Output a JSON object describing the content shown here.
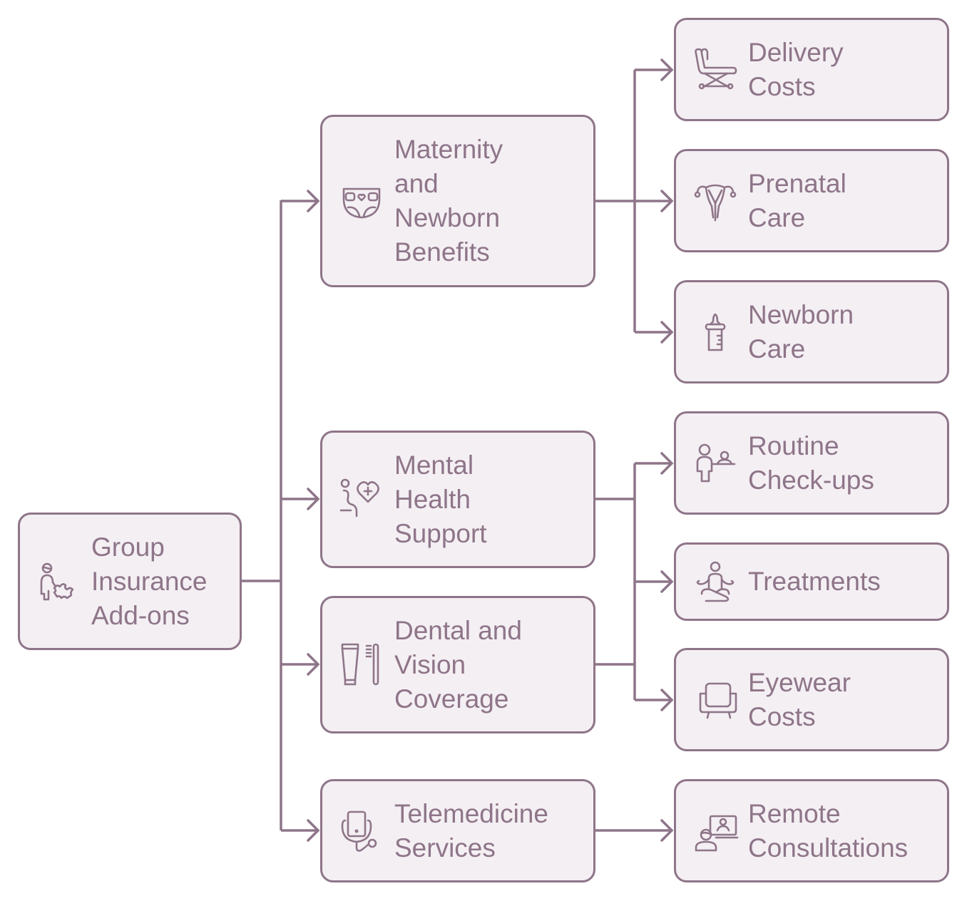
{
  "diagram": {
    "type": "tree",
    "colors": {
      "stroke": "#8e7589",
      "fill": "#f4eff3",
      "text": "#8e7589",
      "background": "#ffffff"
    },
    "root": {
      "label": "Group\nInsurance\nAdd-ons",
      "icon": "person-puzzle-icon"
    },
    "categories": [
      {
        "label": "Maternity\nand\nNewborn\nBenefits",
        "icon": "diaper-icon"
      },
      {
        "label": "Mental\nHealth\nSupport",
        "icon": "patient-heart-icon"
      },
      {
        "label": "Dental and\nVision\nCoverage",
        "icon": "toothpaste-toothbrush-icon"
      },
      {
        "label": "Telemedicine\nServices",
        "icon": "phone-stethoscope-icon"
      }
    ],
    "leaves": [
      {
        "label": "Delivery\nCosts",
        "icon": "delivery-bed-icon",
        "parent": "Maternity and Newborn Benefits"
      },
      {
        "label": "Prenatal\nCare",
        "icon": "uterus-icon",
        "parent": "Maternity and Newborn Benefits"
      },
      {
        "label": "Newborn\nCare",
        "icon": "baby-bottle-icon",
        "parent": "Maternity and Newborn Benefits"
      },
      {
        "label": "Routine\nCheck-ups",
        "icon": "doctor-patient-icon",
        "parent": "Mental Health Support / Dental and Vision Coverage"
      },
      {
        "label": "Treatments",
        "icon": "meditation-icon",
        "parent": "Mental Health Support / Dental and Vision Coverage"
      },
      {
        "label": "Eyewear\nCosts",
        "icon": "armchair-icon",
        "parent": "Mental Health Support / Dental and Vision Coverage"
      },
      {
        "label": "Remote\nConsultations",
        "icon": "video-consultation-icon",
        "parent": "Telemedicine Services"
      }
    ]
  }
}
